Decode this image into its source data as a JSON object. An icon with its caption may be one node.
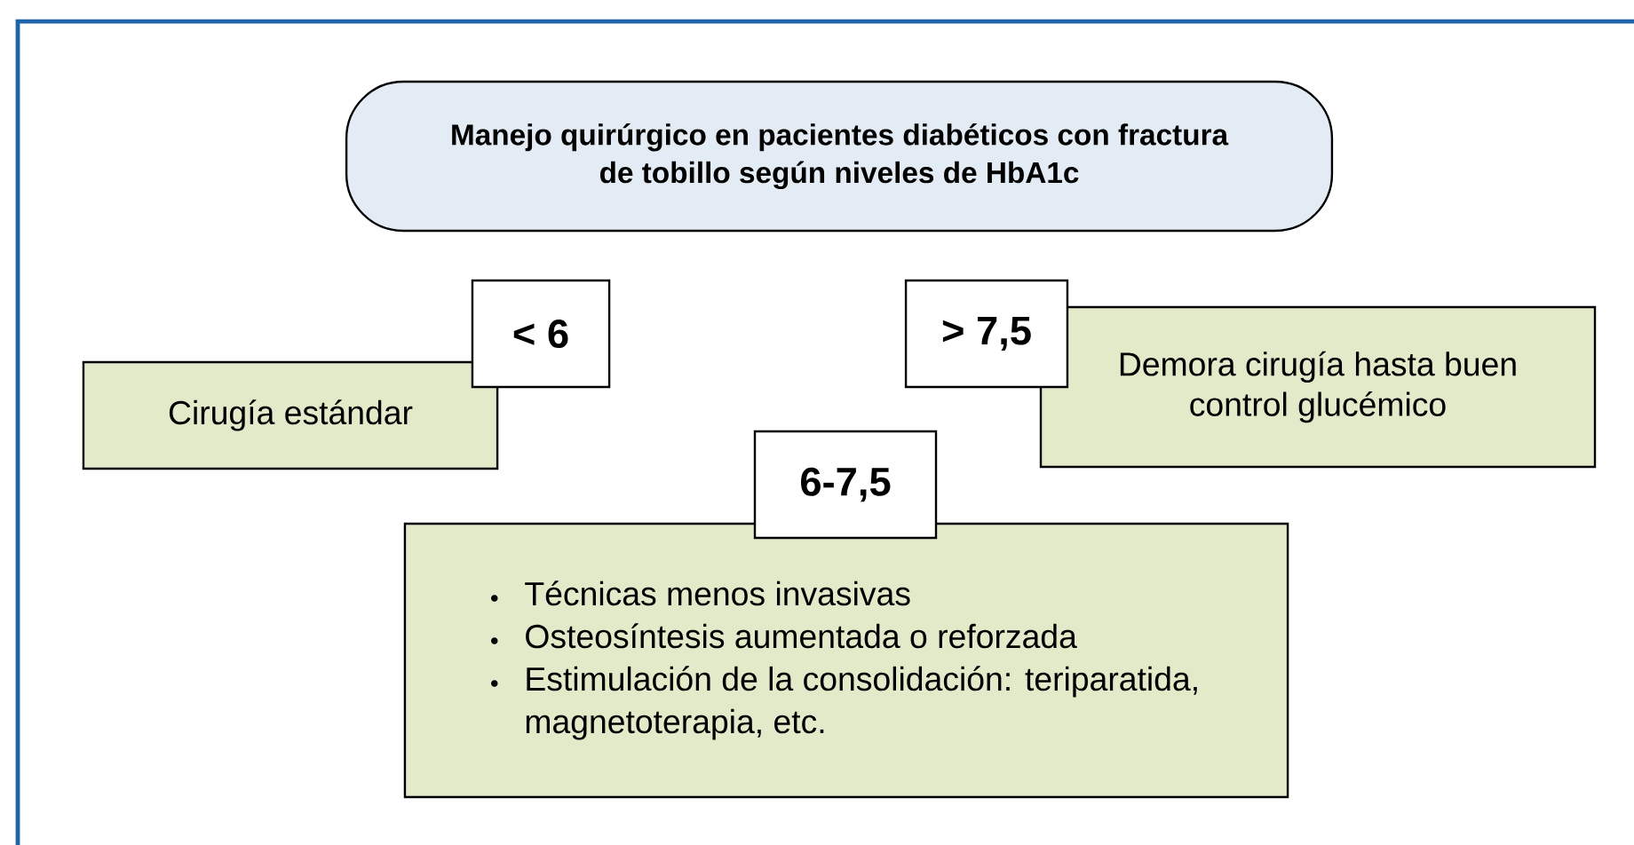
{
  "diagram": {
    "nodes": [
      {
        "text": [
          "Manejo quirúrgico en pacientes diabéticos con fractura de tobillo según niveles de HbA1c"
        ]
      },
      {
        "text": [
          "< 6"
        ]
      },
      {
        "text": [
          "Cirugía estándar"
        ]
      },
      {
        "text": [
          "> 7,5"
        ]
      },
      {
        "text": [
          "Demora cirugía hasta buen control glucémico"
        ]
      },
      {
        "text": [
          "6-7,5"
        ]
      },
      {
        "text": [
          "Técnicas menos invasivas",
          "Osteosíntesis aumentada o reforzada",
          "Estimulación de la consolidación: teriparatida, magnetoterapia, etc."
        ]
      }
    ]
  }
}
